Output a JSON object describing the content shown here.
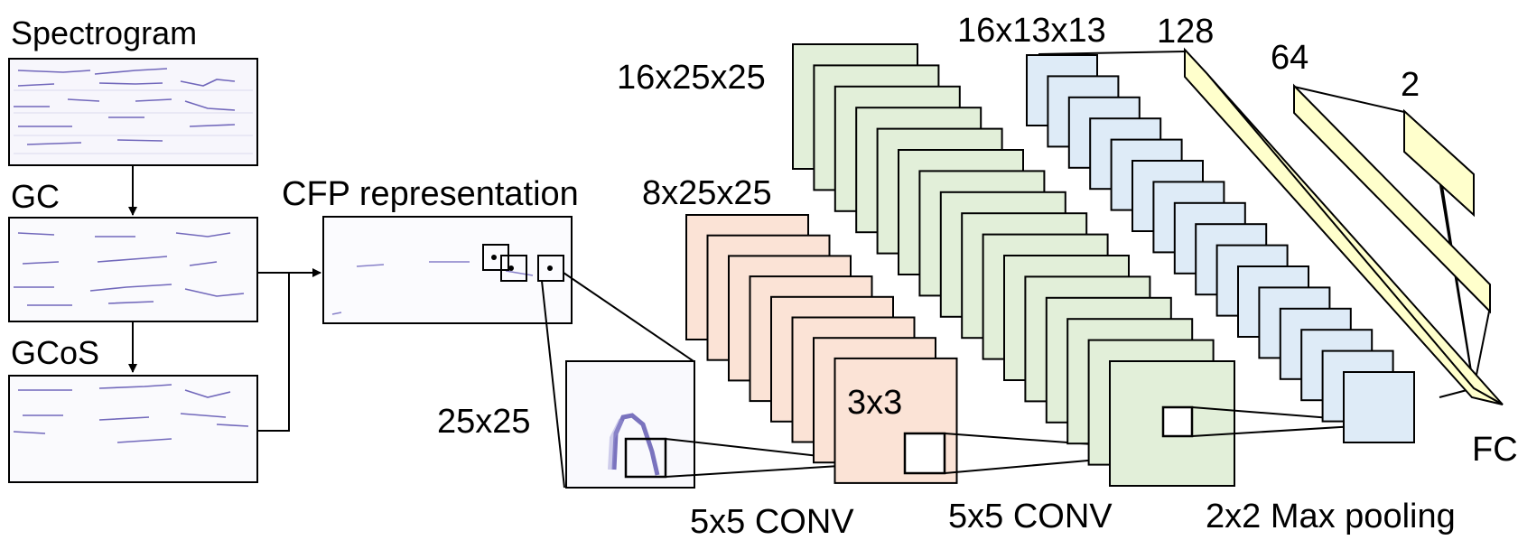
{
  "labels": {
    "spectrogram": "Spectrogram",
    "gc": "GC",
    "gcos": "GCoS",
    "cfp": "CFP representation",
    "patch_size": "25x25",
    "kernel": "3x3",
    "conv1_shape": "8x25x25",
    "conv2_shape": "16x25x25",
    "pool_shape": "16x13x13",
    "fc1": "128",
    "fc2": "64",
    "fc3": "2",
    "fc": "FC",
    "conv1_op": "5x5 CONV",
    "conv2_op": "5x5 CONV",
    "pool_op": "2x2 Max pooling"
  },
  "colors": {
    "conv1_fill": "#fbe3d6",
    "conv2_fill": "#e2efd9",
    "pool_fill": "#deebf7",
    "fc_fill": "#ffffcc",
    "trace": "#5a4fb0",
    "stroke": "#000000"
  }
}
